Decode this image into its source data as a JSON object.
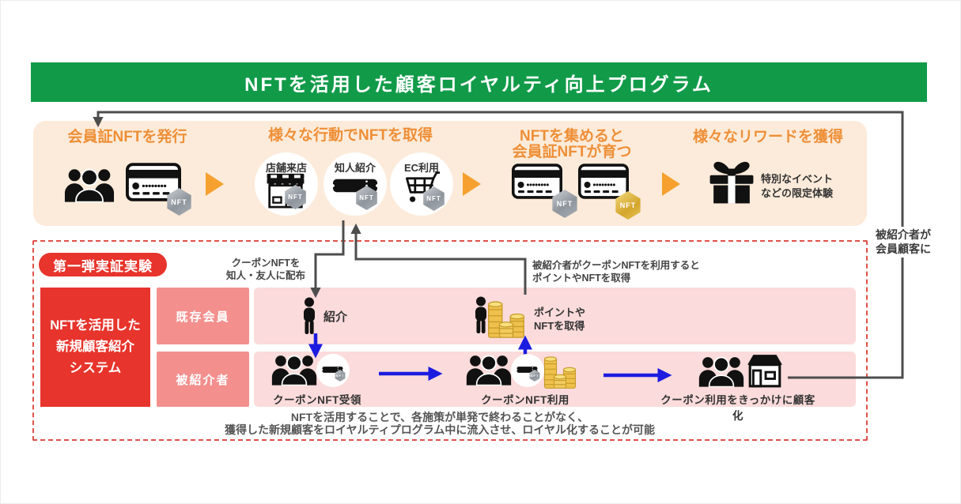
{
  "title": "NFTを活用した顧客ロイヤルティ向上プログラム",
  "nft_badge": "NFT",
  "colors": {
    "header_green": "#119b49",
    "band_peach": "#fcebda",
    "heading_orange": "#ee8f38",
    "arrow_orange": "#f6a12f",
    "accent_red": "#e7342c",
    "row_label_salmon": "#f3908e",
    "row_pink": "#fbdbdb",
    "dashed_border_red": "#df5148",
    "flow_blue": "#1c1ce0",
    "line_gray": "#4d4d4d",
    "badge_silver": "#9aa0a6",
    "badge_gold": "#d9ac33"
  },
  "flow": {
    "step1": {
      "title": "会員証NFTを発行",
      "icons": [
        "people-icon",
        "membership-card-icon",
        "nft-badge-silver"
      ]
    },
    "step2": {
      "title": "様々な行動でNFTを取得",
      "circles": [
        {
          "label": "店舗来店",
          "icon": "storefront-icon"
        },
        {
          "label": "知人紹介",
          "icon": "coupon-ticket-icon"
        },
        {
          "label": "EC利用",
          "icon": "shopping-cart-icon"
        }
      ]
    },
    "step3": {
      "title_line1": "NFTを集めると",
      "title_line2": "会員証NFTが育つ",
      "icons": [
        "membership-card-icon",
        "nft-badge-silver",
        "nft-badge-gold"
      ]
    },
    "step4": {
      "title": "様々なリワードを獲得",
      "note_line1": "特別なイベント",
      "note_line2": "などの限定体験",
      "icons": [
        "gift-icon"
      ]
    }
  },
  "loop_note": {
    "line1": "被紹介者が",
    "line2": "会員顧客に"
  },
  "experiment": {
    "badge": "第一弾実証実験",
    "system": {
      "line1": "NFTを活用した",
      "line2": "新規顧客紹介",
      "line3": "システム"
    },
    "row1_label": "既存会員",
    "row2_label": "被紹介者",
    "note_distribute": {
      "line1": "クーポンNFTを",
      "line2": "知人・友人に配布"
    },
    "note_use": {
      "line1": "被紹介者がクーポンNFTを利用すると",
      "line2": "ポイントやNFTを取得"
    },
    "referral_label": "紹介",
    "points_label": {
      "line1": "ポイントや",
      "line2": "NFTを取得"
    },
    "item1_label": "クーポンNFT受領",
    "item2_label": "クーポンNFT利用",
    "item3_label": "クーポン利用をきっかけに顧客化",
    "footnote": {
      "line1": "NFTを活用することで、各施策が単発で終わることがなく、",
      "line2": "獲得した新規顧客をロイヤルティプログラム中に流入させ、ロイヤル化することが可能"
    }
  }
}
